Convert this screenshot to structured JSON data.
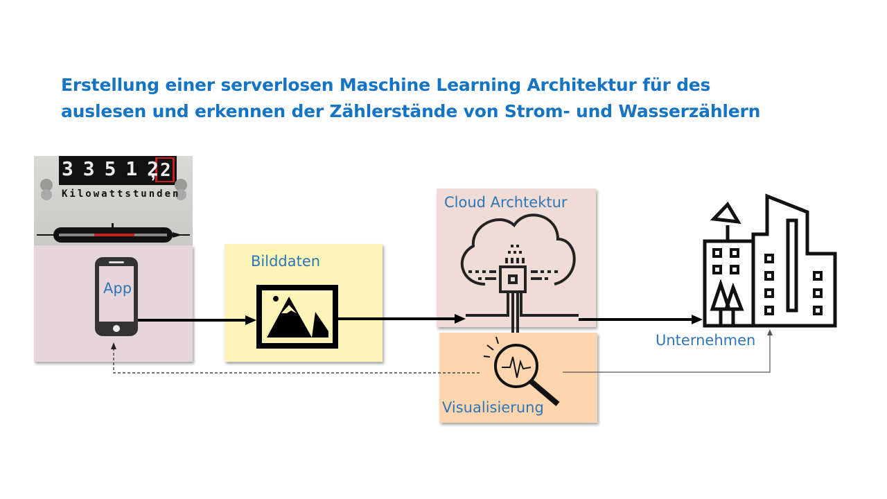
{
  "title": {
    "line1": "Erstellung einer serverlosen Maschine Learning Architektur für des",
    "line2": "auslesen und erkennen der Zählerstände von Strom- und Wasserzählern"
  },
  "meter_photo": {
    "digits": [
      "3",
      "3",
      "5",
      "1",
      "2"
    ],
    "decimal_separator": ",",
    "decimal_digit": "2",
    "unit_label": "Kilowattstunden"
  },
  "nodes": {
    "app": {
      "label": "App",
      "icon": "smartphone-icon",
      "color": "#e6d6dc"
    },
    "image_data": {
      "label": "Bilddaten",
      "icon": "image-icon",
      "color": "#fdf5b8"
    },
    "cloud": {
      "label": "Cloud Archtektur",
      "icon": "cloud-chip-icon",
      "color": "#efdcd6"
    },
    "visualization": {
      "label": "Visualisierung",
      "icon": "magnifier-pulse-icon",
      "color": "#fdd6b0"
    },
    "company": {
      "label": "Unternehmen",
      "icon": "buildings-icon"
    }
  },
  "colors": {
    "title": "#1574c4",
    "label": "#2e75b6"
  }
}
